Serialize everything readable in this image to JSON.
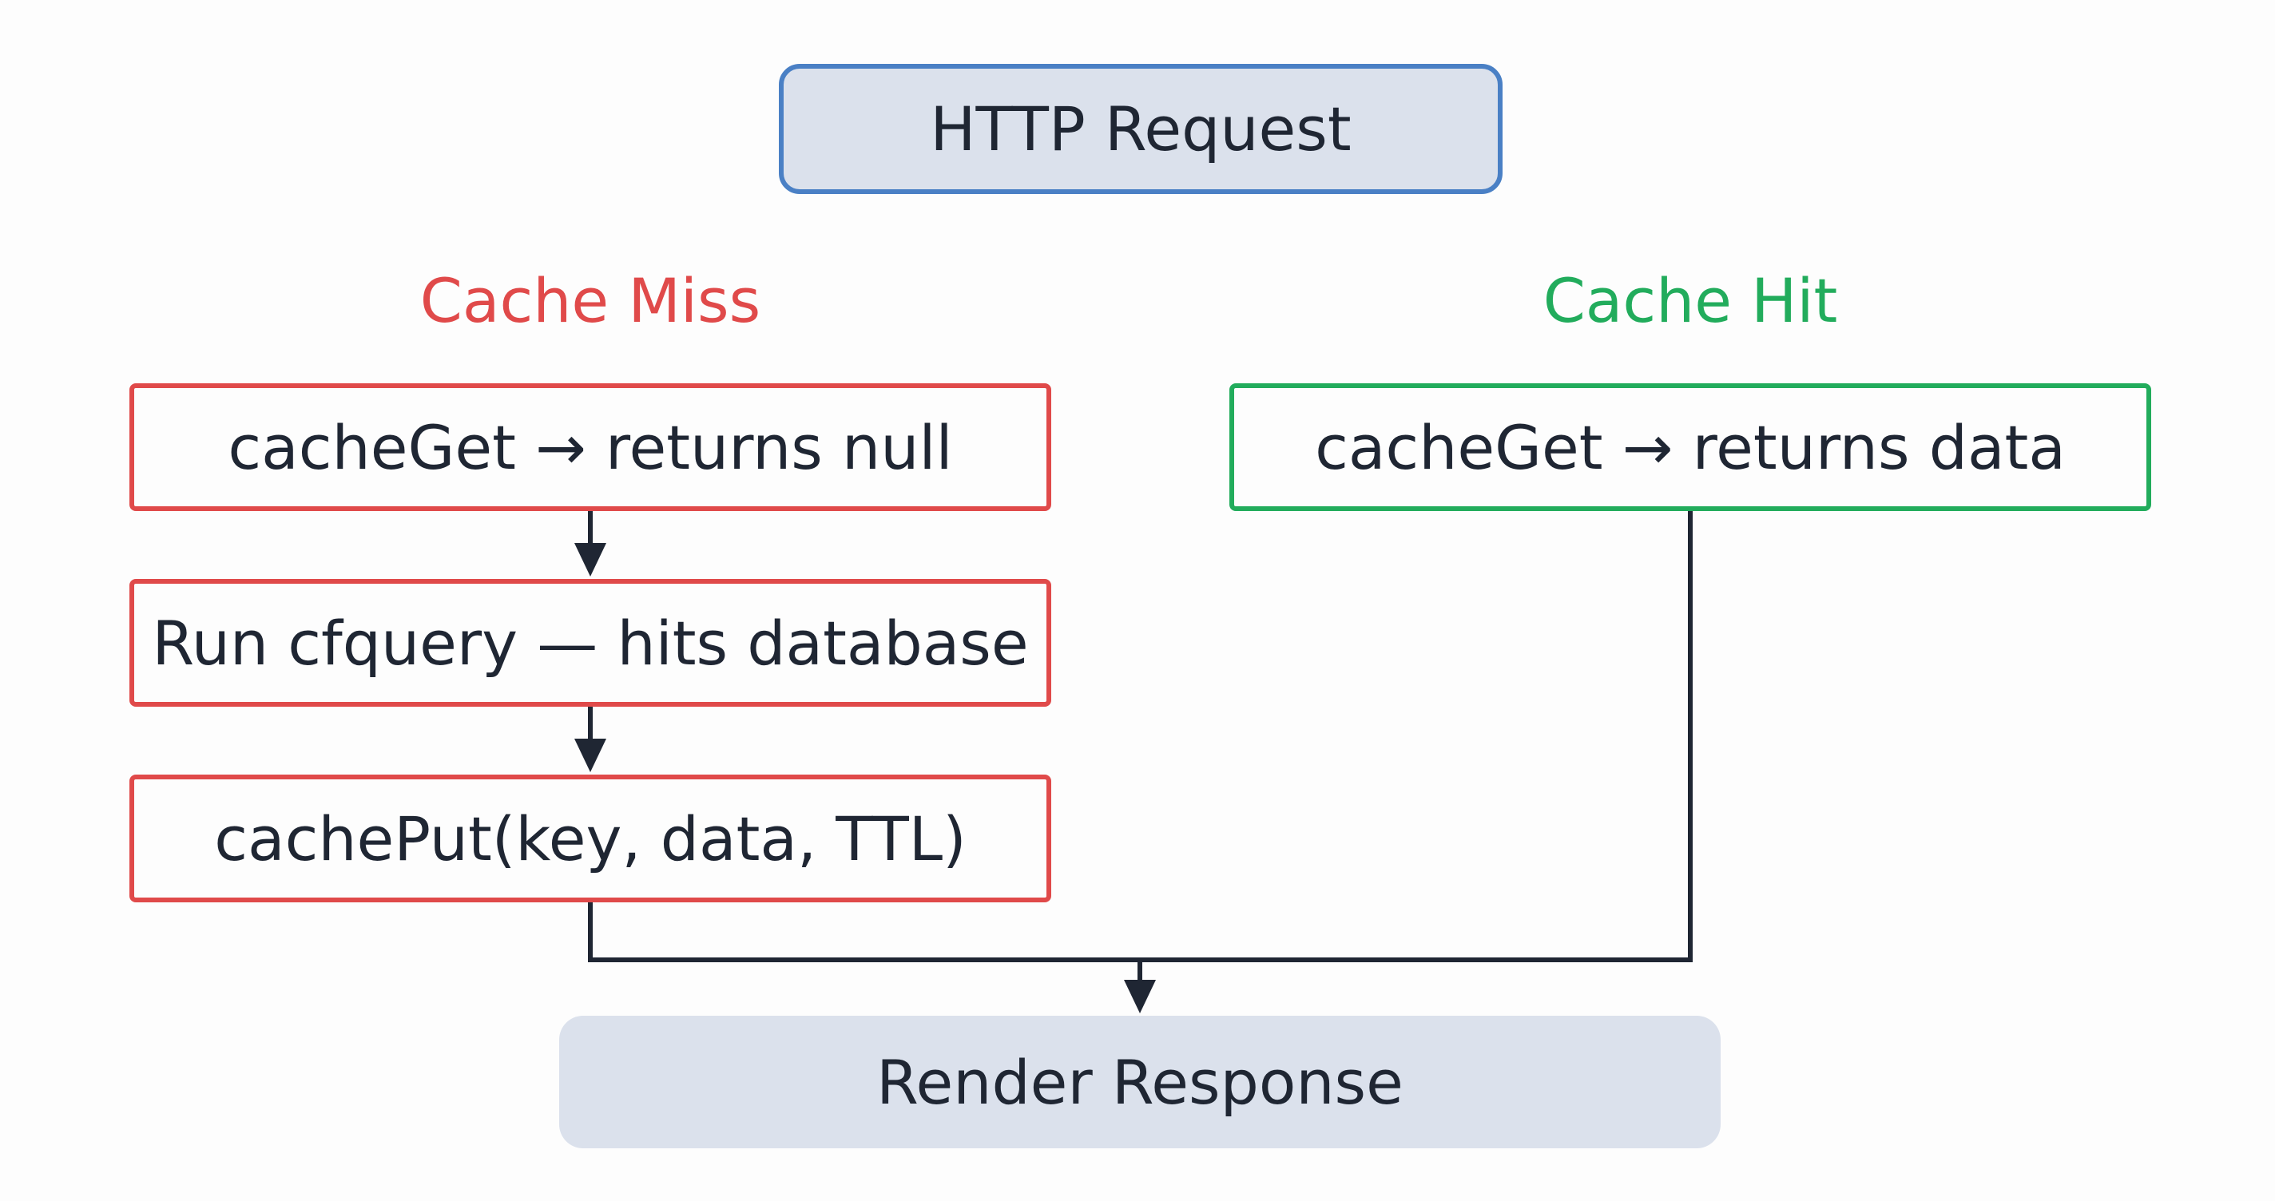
{
  "nodes": {
    "request": "HTTP Request",
    "miss_get": "cacheGet → returns null",
    "miss_query": "Run cfquery — hits database",
    "miss_put": "cachePut(key, data, TTL)",
    "hit_get": "cacheGet → returns data",
    "render": "Render Response"
  },
  "branches": {
    "miss": "Cache Miss",
    "hit": "Cache Hit"
  },
  "colors": {
    "miss": "#e04a4a",
    "hit": "#22ac5c",
    "request_border": "#4a80c5",
    "node_fill": "#dbe1ec",
    "connector": "#1f2633"
  }
}
